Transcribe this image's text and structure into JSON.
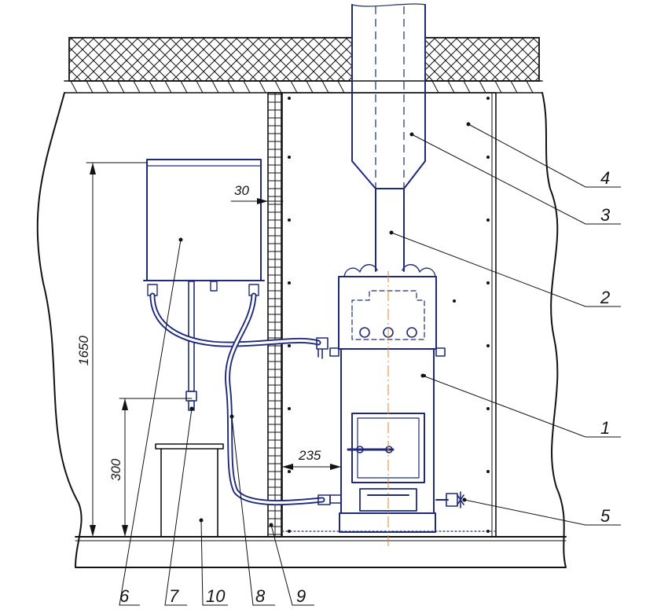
{
  "dimensions": {
    "height_total": "1650",
    "height_tap": "300",
    "wall_gap": "30",
    "stove_gap": "235"
  },
  "callouts": [
    {
      "id": "1",
      "text": "1"
    },
    {
      "id": "2",
      "text": "2"
    },
    {
      "id": "3",
      "text": "3"
    },
    {
      "id": "4",
      "text": "4"
    },
    {
      "id": "5",
      "text": "5"
    },
    {
      "id": "6",
      "text": "6"
    },
    {
      "id": "7",
      "text": "7"
    },
    {
      "id": "8",
      "text": "8"
    },
    {
      "id": "9",
      "text": "9"
    },
    {
      "id": "10",
      "text": "10"
    }
  ],
  "colors": {
    "equipment_line": "#1f2a7a",
    "construction_line": "#121212",
    "axis_line": "#e08a2a"
  }
}
